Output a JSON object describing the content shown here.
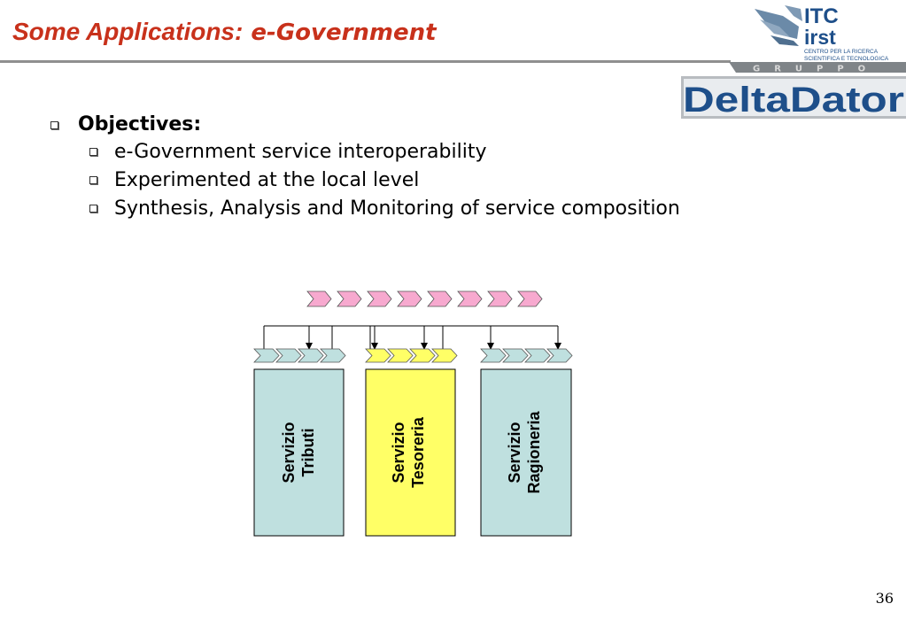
{
  "title": {
    "main": "Some Applications:",
    "sub": "e-Government"
  },
  "logos": {
    "itc": {
      "line1": "ITC",
      "line2": "irst",
      "caption1": "CENTRO PER LA RICERCA",
      "caption2": "SCIENTIFICA E TECNOLOGICA"
    },
    "delta": {
      "band": "GRUPPO",
      "name": "DeltaDator"
    }
  },
  "bullets": {
    "heading": "Objectives:",
    "items": [
      "e-Government service interoperability",
      "Experimented at the local level",
      "Synthesis, Analysis and Monitoring of service composition"
    ]
  },
  "diagram": {
    "services": [
      {
        "line1": "Servizio",
        "line2": "Tributi",
        "color": "#bfe0df"
      },
      {
        "line1": "Servizio",
        "line2": "Tesoreria",
        "color": "#ffff66"
      },
      {
        "line1": "Servizio",
        "line2": "Ragioneria",
        "color": "#bfe0df"
      }
    ],
    "process_color": "#f7a9cf"
  },
  "slide_number": "36",
  "colors": {
    "title": "#c8311b",
    "rule": "#8f8f8f",
    "logo_blue": "#1e4f8a"
  }
}
